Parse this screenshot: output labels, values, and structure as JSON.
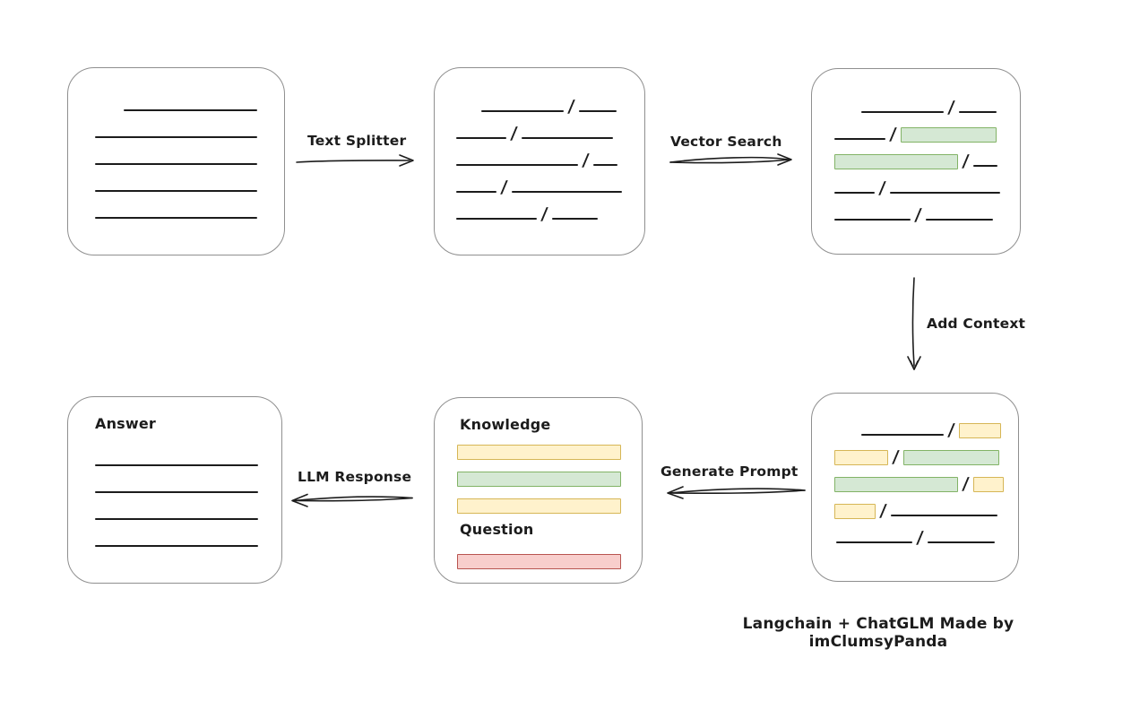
{
  "page": {
    "background": "#ffffff",
    "caption": "Langchain + ChatGLM Made by imClumsyPanda"
  },
  "colors": {
    "stroke": "#1c1c1c",
    "box_border": "#8f8f8f",
    "green_fill": "#d5e8d4",
    "green_stroke": "#82b366",
    "yellow_fill": "#fff2cc",
    "yellow_stroke": "#d6b656",
    "red_fill": "#f8cecc",
    "red_stroke": "#b85450"
  },
  "glyphs": {
    "slash": "/"
  },
  "arrow_labels": {
    "text_splitter": "Text Splitter",
    "vector_search": "Vector Search",
    "add_context": "Add Context",
    "generate_prompt": "Generate Prompt",
    "llm_response": "LLM Response"
  },
  "box_labels": {
    "knowledge": "Knowledge",
    "question": "Question",
    "answer": "Answer"
  },
  "boxes": {
    "document": {
      "rows": [
        {
          "mt": 24,
          "ml": 62,
          "segs": [
            {
              "t": "line",
              "w": 149
            }
          ]
        },
        {
          "ml": 30,
          "segs": [
            {
              "t": "line",
              "w": 181
            }
          ]
        },
        {
          "ml": 30,
          "segs": [
            {
              "t": "line",
              "w": 181
            }
          ]
        },
        {
          "ml": 30,
          "segs": [
            {
              "t": "line",
              "w": 181
            }
          ]
        },
        {
          "ml": 30,
          "segs": [
            {
              "t": "line",
              "w": 181
            }
          ]
        }
      ]
    },
    "split_chunks": {
      "rows": [
        {
          "mt": 25,
          "ml": 52,
          "segs": [
            {
              "t": "line",
              "w": 92
            },
            {
              "t": "slash"
            },
            {
              "t": "line",
              "w": 42
            }
          ]
        },
        {
          "ml": 24,
          "segs": [
            {
              "t": "line",
              "w": 56
            },
            {
              "t": "slash"
            },
            {
              "t": "line",
              "w": 102
            }
          ]
        },
        {
          "ml": 24,
          "segs": [
            {
              "t": "line",
              "w": 136
            },
            {
              "t": "slash"
            },
            {
              "t": "line",
              "w": 27
            }
          ]
        },
        {
          "ml": 24,
          "segs": [
            {
              "t": "line",
              "w": 45
            },
            {
              "t": "slash"
            },
            {
              "t": "line",
              "w": 123
            }
          ]
        },
        {
          "ml": 24,
          "segs": [
            {
              "t": "line",
              "w": 90
            },
            {
              "t": "slash"
            },
            {
              "t": "line",
              "w": 51
            }
          ]
        }
      ]
    },
    "retrieved_chunks": {
      "rows": [
        {
          "mt": 25,
          "ml": 55,
          "segs": [
            {
              "t": "line",
              "w": 92
            },
            {
              "t": "slash"
            },
            {
              "t": "line",
              "w": 42
            }
          ]
        },
        {
          "ml": 25,
          "segs": [
            {
              "t": "line",
              "w": 57
            },
            {
              "t": "slash"
            },
            {
              "t": "green",
              "w": 105
            }
          ]
        },
        {
          "ml": 25,
          "segs": [
            {
              "t": "green",
              "w": 136
            },
            {
              "t": "slash"
            },
            {
              "t": "line",
              "w": 27
            }
          ]
        },
        {
          "ml": 25,
          "segs": [
            {
              "t": "line",
              "w": 45
            },
            {
              "t": "slash"
            },
            {
              "t": "line",
              "w": 123
            }
          ]
        },
        {
          "ml": 25,
          "segs": [
            {
              "t": "line",
              "w": 85
            },
            {
              "t": "slash"
            },
            {
              "t": "line",
              "w": 75
            }
          ]
        }
      ]
    },
    "context_chunks": {
      "rows": [
        {
          "mt": 23,
          "ml": 55,
          "segs": [
            {
              "t": "line",
              "w": 92
            },
            {
              "t": "slash"
            },
            {
              "t": "yellow",
              "w": 45
            }
          ]
        },
        {
          "ml": 25,
          "segs": [
            {
              "t": "yellow",
              "w": 58
            },
            {
              "t": "slash"
            },
            {
              "t": "green",
              "w": 105
            }
          ]
        },
        {
          "ml": 25,
          "segs": [
            {
              "t": "green",
              "w": 136
            },
            {
              "t": "slash"
            },
            {
              "t": "yellow",
              "w": 32
            }
          ]
        },
        {
          "ml": 25,
          "segs": [
            {
              "t": "yellow",
              "w": 44
            },
            {
              "t": "slash"
            },
            {
              "t": "line",
              "w": 119
            }
          ]
        },
        {
          "ml": 27,
          "segs": [
            {
              "t": "line",
              "w": 85
            },
            {
              "t": "slash"
            },
            {
              "t": "line",
              "w": 75
            }
          ]
        }
      ]
    },
    "prompt": {
      "rows": [
        {
          "mt": 16,
          "h": 26,
          "ml": 28,
          "segs": [
            {
              "t": "text",
              "bind": "box_labels.knowledge"
            }
          ]
        },
        {
          "ml": 25,
          "segs": [
            {
              "t": "yellow",
              "w": 181
            }
          ]
        },
        {
          "ml": 25,
          "segs": [
            {
              "t": "green",
              "w": 181
            }
          ]
        },
        {
          "ml": 25,
          "segs": [
            {
              "t": "yellow",
              "w": 181
            }
          ]
        },
        {
          "h": 28,
          "ml": 28,
          "segs": [
            {
              "t": "text",
              "bind": "box_labels.question"
            }
          ]
        },
        {
          "mt": 4,
          "ml": 25,
          "segs": [
            {
              "t": "red",
              "w": 181
            }
          ]
        }
      ]
    },
    "answer": {
      "rows": [
        {
          "mt": 16,
          "h": 26,
          "ml": 30,
          "segs": [
            {
              "t": "text",
              "bind": "box_labels.answer"
            }
          ]
        },
        {
          "mt": 11,
          "ml": 30,
          "segs": [
            {
              "t": "line",
              "w": 182
            }
          ]
        },
        {
          "ml": 30,
          "segs": [
            {
              "t": "line",
              "w": 182
            }
          ]
        },
        {
          "ml": 30,
          "segs": [
            {
              "t": "line",
              "w": 182
            }
          ]
        },
        {
          "ml": 30,
          "segs": [
            {
              "t": "line",
              "w": 182
            }
          ]
        }
      ]
    }
  }
}
